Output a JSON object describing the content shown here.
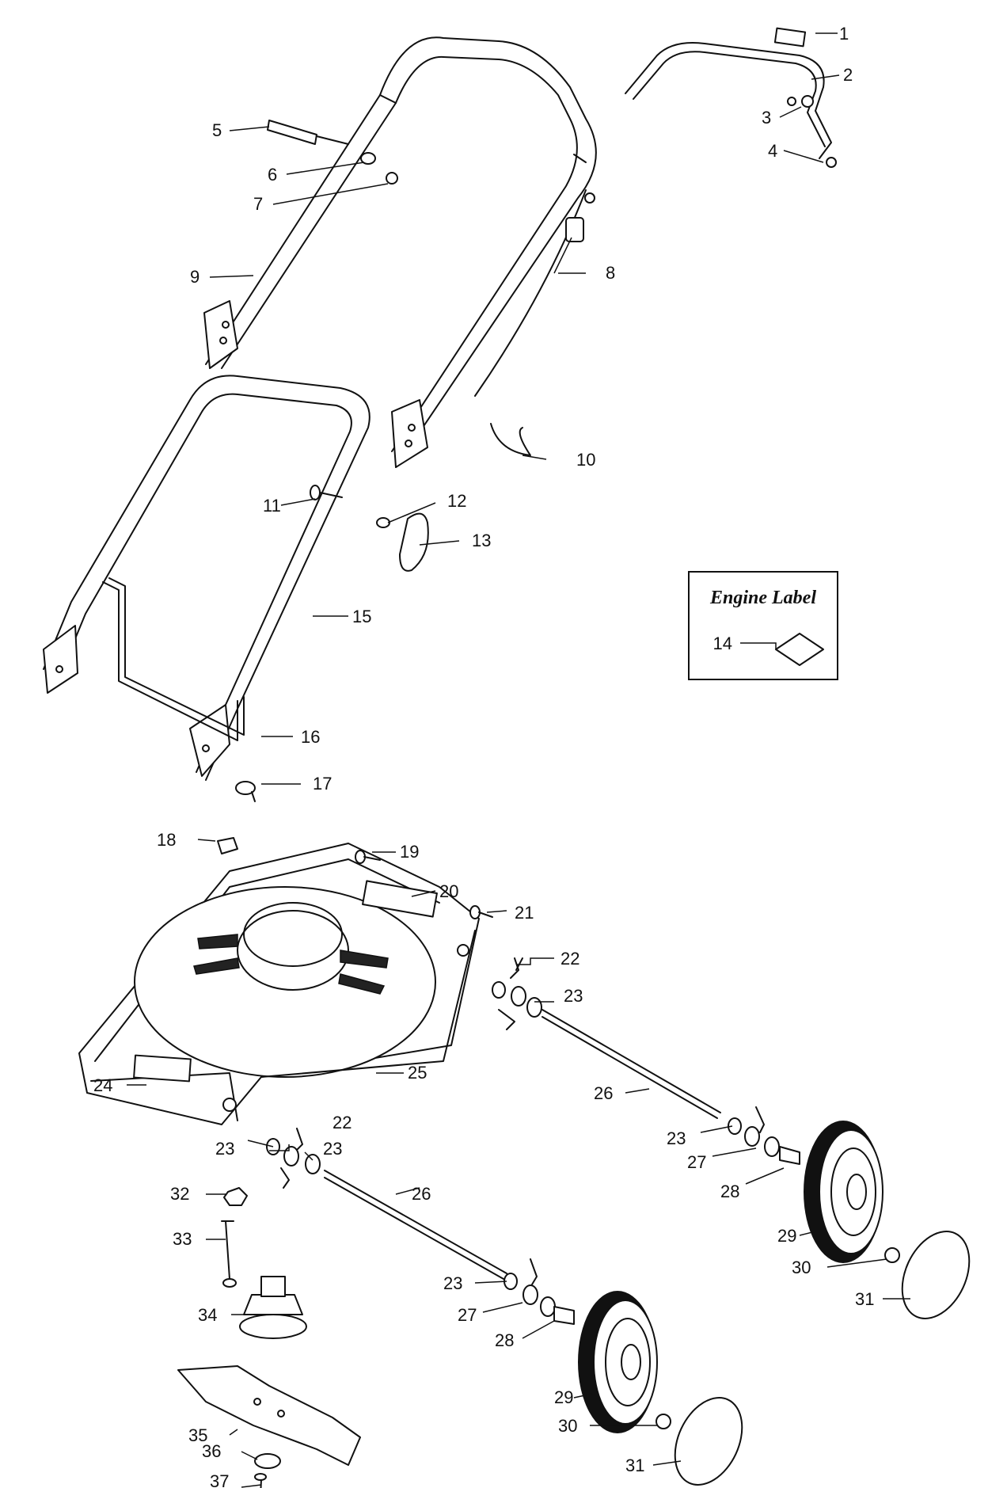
{
  "callouts": [
    "1",
    "2",
    "3",
    "4",
    "5",
    "6",
    "7",
    "8",
    "9",
    "10",
    "11",
    "12",
    "13",
    "14",
    "15",
    "16",
    "17",
    "18",
    "19",
    "20",
    "21",
    "22",
    "22",
    "23",
    "23",
    "23",
    "23",
    "23",
    "24",
    "25",
    "26",
    "26",
    "27",
    "27",
    "28",
    "28",
    "29",
    "29",
    "30",
    "30",
    "31",
    "31",
    "32",
    "33",
    "34",
    "35",
    "36",
    "37"
  ],
  "engine_label_box": {
    "title": "Engine Label",
    "part_number": "14"
  }
}
